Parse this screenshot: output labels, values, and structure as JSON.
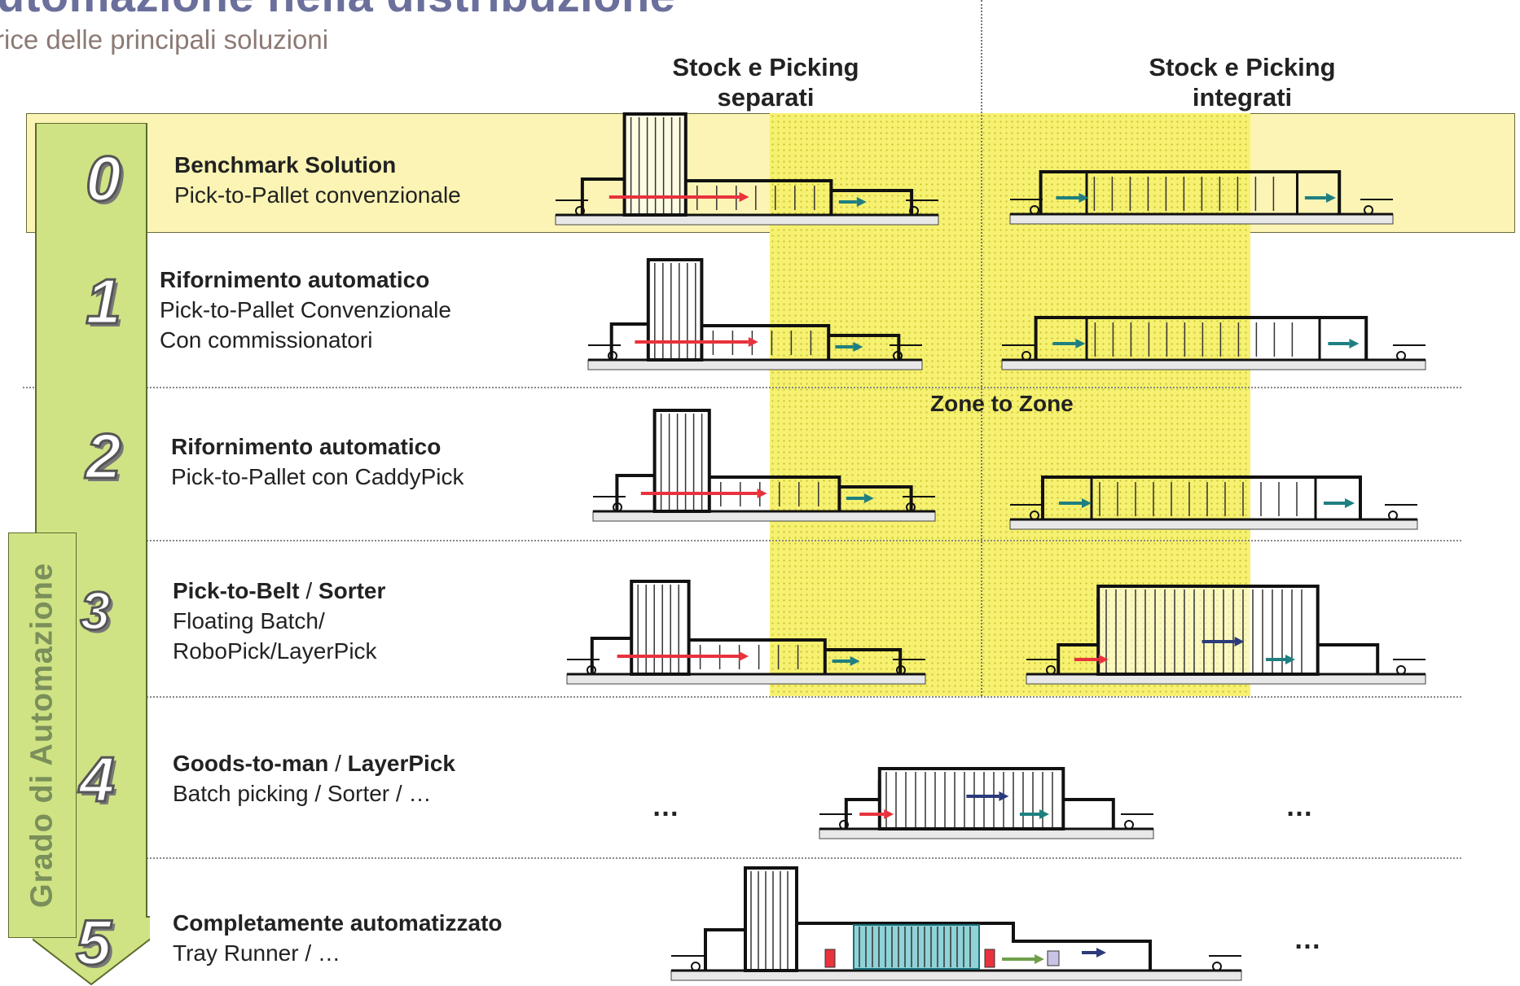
{
  "header": {
    "title": "utomazione nella distribuzione",
    "subtitle": "rice delle principali soluzioni"
  },
  "columns": [
    {
      "line1": "Stock e Picking",
      "line2": "separati"
    },
    {
      "line1": "Stock e Picking",
      "line2": "integrati"
    }
  ],
  "axis_label": "Grado di Automazione",
  "zone_label": "Zone to Zone",
  "levels": [
    {
      "number": "0",
      "title": "Benchmark Solution",
      "lines": [
        "Pick-to-Pallet convenzionale"
      ]
    },
    {
      "number": "1",
      "title": "Rifornimento automatico",
      "lines": [
        "Pick-to-Pallet Convenzionale",
        "Con commissionatori"
      ]
    },
    {
      "number": "2",
      "title": "Rifornimento automatico",
      "lines": [
        "Pick-to-Pallet  con CaddyPick"
      ]
    },
    {
      "number": "3",
      "title": "Pick-to-Belt",
      "title_sep": " / ",
      "title_b": "Sorter",
      "lines": [
        "Floating Batch/",
        "RoboPick/LayerPick"
      ]
    },
    {
      "number": "4",
      "title": "Goods-to-man",
      "title_sep": " / ",
      "title_b": "LayerPick",
      "lines": [
        "Batch picking / Sorter / …"
      ]
    },
    {
      "number": "5",
      "title": "Completamente automatizzato",
      "lines": [
        "Tray Runner / …"
      ]
    }
  ],
  "ellipsis": "…",
  "colors": {
    "benchmark_band": "#fbf4b4",
    "zone_dots": "#f6f170",
    "automation_arrow": "#cfe384",
    "flow_red": "#e8323c",
    "flow_teal": "#1f7f80",
    "flow_navy": "#2b3a7a"
  }
}
